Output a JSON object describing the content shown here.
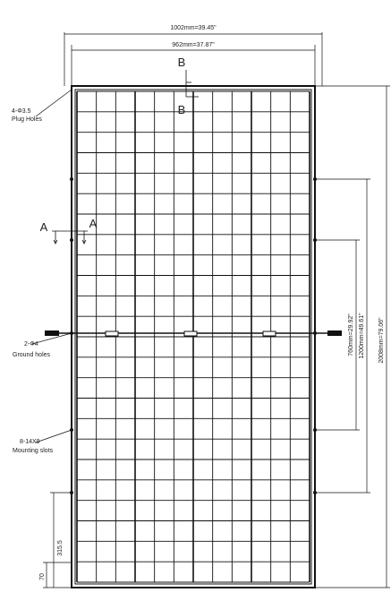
{
  "drawing": {
    "dimensions": {
      "overall_width": "1002mm=39.45\"",
      "frame_width": "962mm=37.87\"",
      "overall_height": "2008mm=79.06\"",
      "hole_spacing_outer": "1200mm=49.61\"",
      "hole_spacing_inner": "760mm=29.92\"",
      "bottom_offset_large": "315.5",
      "bottom_offset_small": "70"
    },
    "callouts": {
      "plug_holes_spec": "4-Φ3.5",
      "plug_holes_label": "Plug Holes",
      "ground_holes_spec": "2-Φ4",
      "ground_holes_label": "Ground holes",
      "mounting_slots_spec": "8-14X9",
      "mounting_slots_label": "Mounting slots"
    },
    "section_marks": {
      "section_b": "B",
      "section_a": "A"
    },
    "panel": {
      "columns": 12,
      "rows": 24,
      "line_color": "#111111"
    }
  }
}
